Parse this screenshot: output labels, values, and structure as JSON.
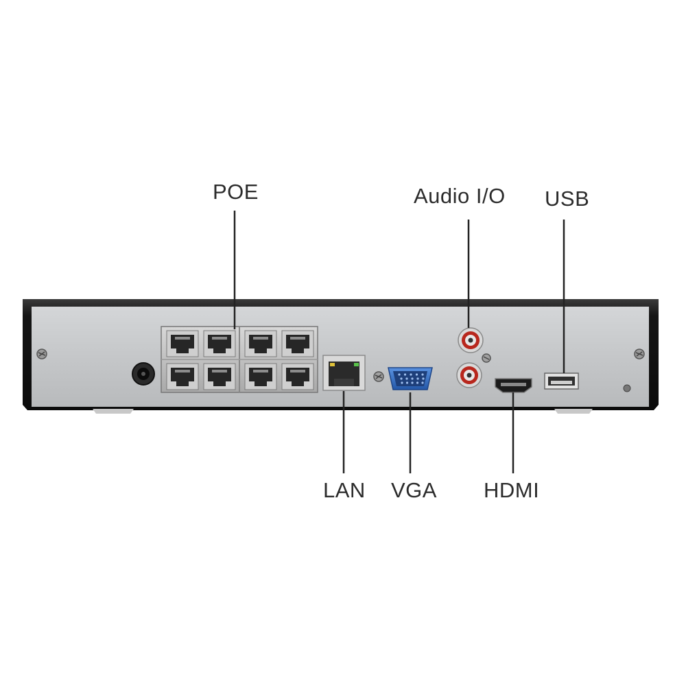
{
  "labels": {
    "poe": "POE",
    "audio": "Audio I/O",
    "usb": "USB",
    "lan": "LAN",
    "vga": "VGA",
    "hdmi": "HDMI"
  },
  "colors": {
    "chassis_frame": "#111111",
    "panel": "#c7c9cb",
    "vga_port": "#2f6fc7",
    "audio_ring": "#c0392b",
    "lan_led_green": "#59c24a",
    "lan_led_amber": "#e0c23a",
    "leader_line": "#222222"
  },
  "icons": {
    "power": "power-socket-icon",
    "screw": "screw-icon"
  }
}
